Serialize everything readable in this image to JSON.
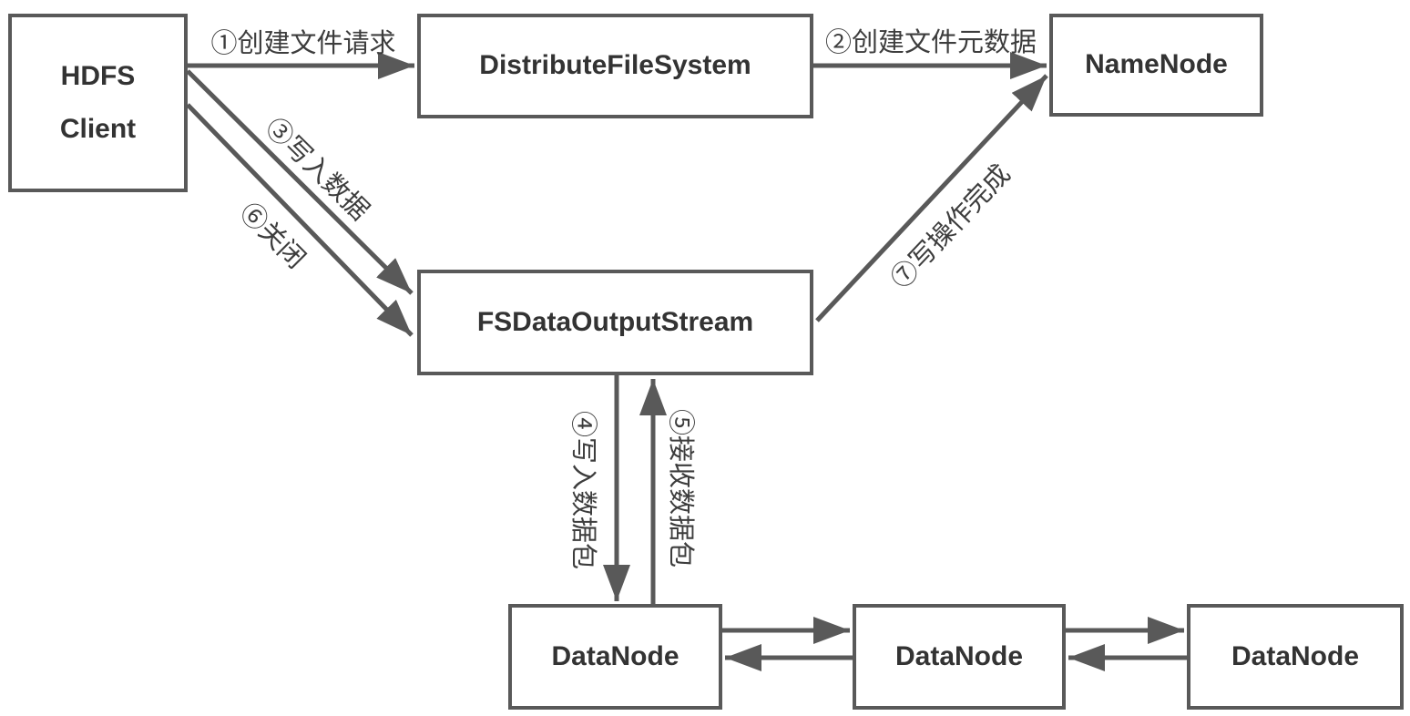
{
  "colors": {
    "line": "#595959",
    "box_label": "#333333",
    "edge_label": "#3d3d3d",
    "background": "#ffffff"
  },
  "nodes": {
    "hdfs_client": {
      "line1": "HDFS",
      "line2": "Client"
    },
    "distribute_file_system": {
      "label": "DistributeFileSystem"
    },
    "name_node": {
      "label": "NameNode"
    },
    "fs_data_output_stream": {
      "label": "FSDataOutputStream"
    },
    "data_node_1": {
      "label": "DataNode"
    },
    "data_node_2": {
      "label": "DataNode"
    },
    "data_node_3": {
      "label": "DataNode"
    }
  },
  "edge_labels": {
    "step1": "①创建文件请求",
    "step2": "②创建文件元数据",
    "step3": "③写入数据",
    "step4": "④写入数据包",
    "step5": "⑤接收数据包",
    "step6": "⑥关闭",
    "step7": "⑦写操作完成"
  },
  "edges": [
    {
      "from": "hdfs_client",
      "to": "distribute_file_system",
      "label_key": "step1"
    },
    {
      "from": "distribute_file_system",
      "to": "name_node",
      "label_key": "step2"
    },
    {
      "from": "hdfs_client",
      "to": "fs_data_output_stream",
      "label_key": "step3"
    },
    {
      "from": "fs_data_output_stream",
      "to": "data_node_1",
      "label_key": "step4"
    },
    {
      "from": "data_node_1",
      "to": "fs_data_output_stream",
      "label_key": "step5"
    },
    {
      "from": "hdfs_client",
      "to": "fs_data_output_stream",
      "label_key": "step6"
    },
    {
      "from": "fs_data_output_stream",
      "to": "name_node",
      "label_key": "step7"
    },
    {
      "from": "data_node_1",
      "to": "data_node_2",
      "label_key": ""
    },
    {
      "from": "data_node_2",
      "to": "data_node_1",
      "label_key": ""
    },
    {
      "from": "data_node_2",
      "to": "data_node_3",
      "label_key": ""
    },
    {
      "from": "data_node_3",
      "to": "data_node_2",
      "label_key": ""
    }
  ]
}
